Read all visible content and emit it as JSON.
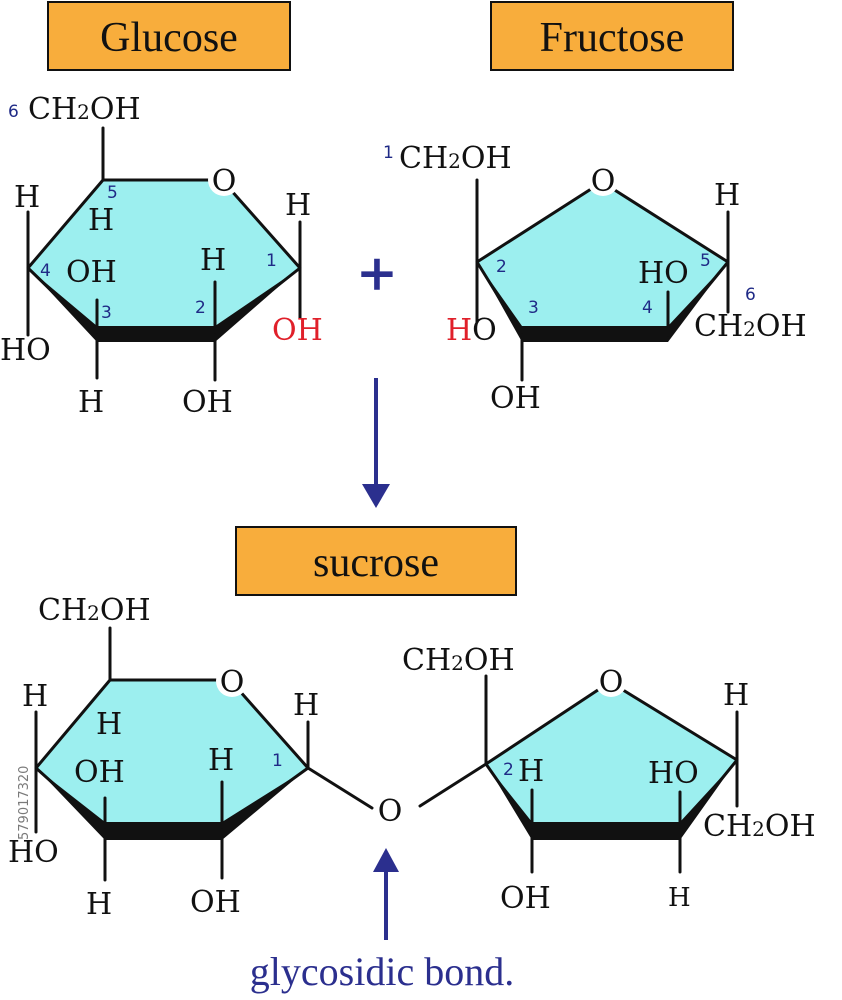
{
  "titles": {
    "glucose": "Glucose",
    "fructose": "Fructose",
    "sucrose": "sucrose"
  },
  "caption": "glycosidic bond.",
  "labels": {
    "oxygen": "O",
    "hydrogen": "H",
    "hydroxyl": "OH",
    "hydroxyl_left": "HO",
    "ho_h": "H",
    "ho_o": "O",
    "ch2_a": "CH",
    "ch2_sub": "2",
    "ch2_b": "OH",
    "plus": "+"
  },
  "numbers": {
    "n1": "1",
    "n2": "2",
    "n3": "3",
    "n4": "4",
    "n5": "5",
    "n6": "6"
  },
  "watermark": "579017320",
  "colors": {
    "ring_fill": "#9cefef",
    "title_box": "#f8ad3c",
    "arrow": "#2b2f8e",
    "highlight": "#e0202a"
  }
}
